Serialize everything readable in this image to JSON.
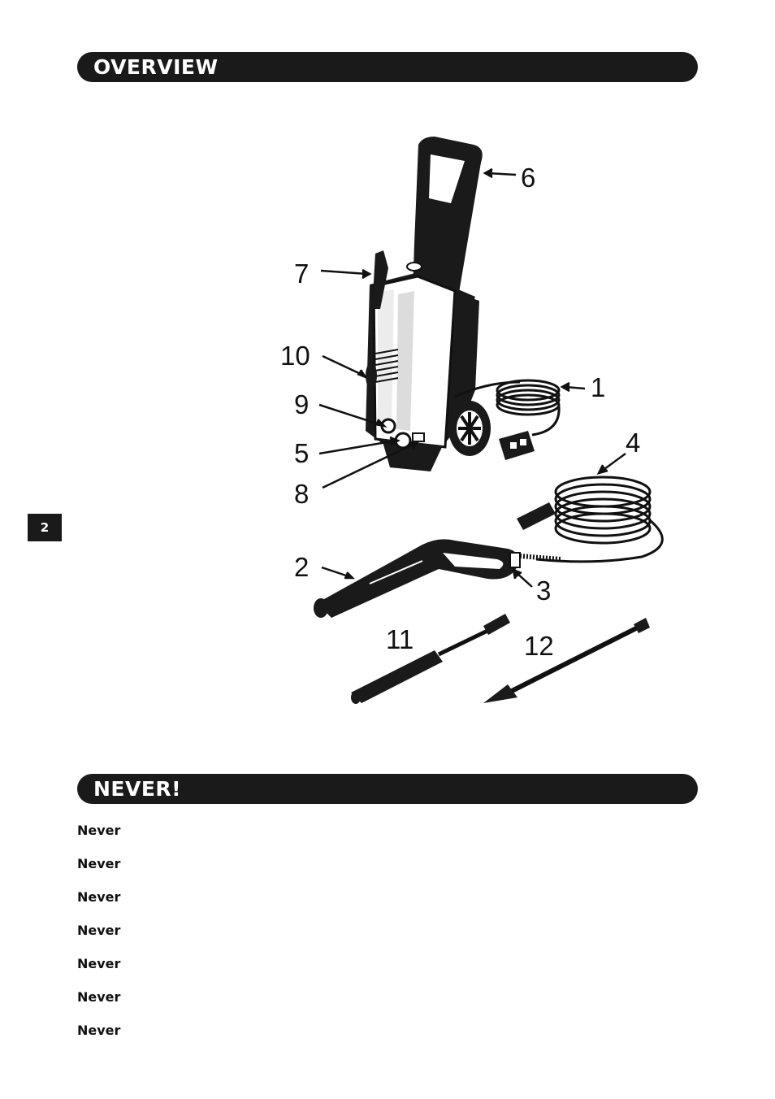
{
  "sections": {
    "overview_title": "OVERVIEW",
    "never_title": "NEVER!"
  },
  "page_number": "2",
  "callouts": [
    "1",
    "2",
    "3",
    "4",
    "5",
    "6",
    "7",
    "8",
    "9",
    "10",
    "11",
    "12"
  ],
  "never_items": [
    "Never",
    "Never",
    "Never",
    "Never",
    "Never",
    "Never",
    "Never"
  ]
}
